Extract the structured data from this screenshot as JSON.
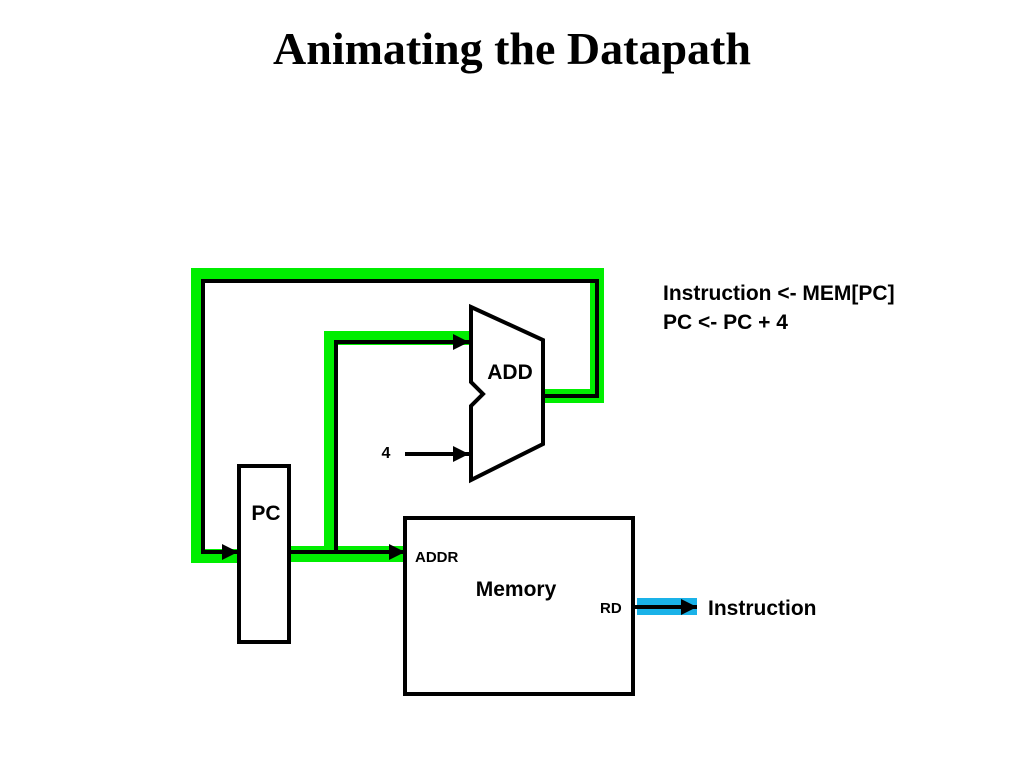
{
  "title": "Animating the Datapath",
  "notes": {
    "line1": "Instruction <- MEM[PC]",
    "line2": "PC <- PC + 4"
  },
  "components": {
    "pc_label": "PC",
    "adder_label": "ADD",
    "constant_label": "4",
    "memory_label": "Memory",
    "addr_port_label": "ADDR",
    "rd_port_label": "RD",
    "output_label": "Instruction"
  },
  "colors": {
    "active_path_highlight": "#00ee00",
    "instruction_output_highlight": "#1ab2e8",
    "wire": "#000000"
  }
}
